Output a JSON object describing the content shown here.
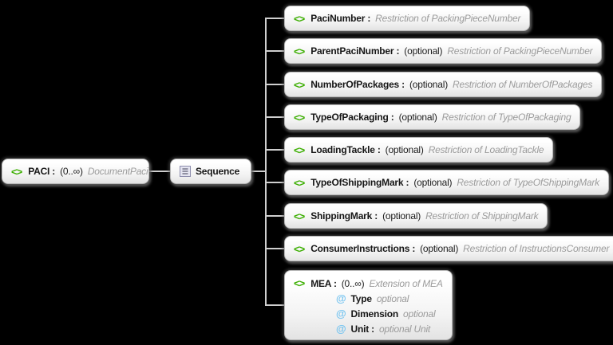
{
  "diagram": {
    "root": {
      "name": "PACI :",
      "cardinality": "(0..∞)",
      "annotation": "DocumentPaci"
    },
    "sequence": {
      "label": "Sequence"
    },
    "children": [
      {
        "name": "PaciNumber :",
        "cardinality": "",
        "annotation": "Restriction of PackingPieceNumber"
      },
      {
        "name": "ParentPaciNumber :",
        "cardinality": "(optional)",
        "annotation": "Restriction of PackingPieceNumber"
      },
      {
        "name": "NumberOfPackages :",
        "cardinality": "(optional)",
        "annotation": "Restriction of NumberOfPackages"
      },
      {
        "name": "TypeOfPackaging :",
        "cardinality": "(optional)",
        "annotation": "Restriction of TypeOfPackaging"
      },
      {
        "name": "LoadingTackle :",
        "cardinality": "(optional)",
        "annotation": "Restriction of LoadingTackle"
      },
      {
        "name": "TypeOfShippingMark :",
        "cardinality": "(optional)",
        "annotation": "Restriction of TypeOfShippingMark"
      },
      {
        "name": "ShippingMark :",
        "cardinality": "(optional)",
        "annotation": "Restriction of ShippingMark"
      },
      {
        "name": "ConsumerInstructions :",
        "cardinality": "(optional)",
        "annotation": "Restriction of InstructionsConsumer"
      },
      {
        "name": "MEA :",
        "cardinality": "(0..∞)",
        "annotation": "Extension of MEA",
        "attributes": [
          {
            "name": "Type",
            "annotation": "optional"
          },
          {
            "name": "Dimension",
            "annotation": "optional"
          },
          {
            "name": "Unit :",
            "annotation": "optional Unit"
          }
        ]
      }
    ],
    "icons": {
      "element": "<>",
      "attribute": "@"
    },
    "colors": {
      "background": "#000000",
      "element_icon_green": "#3BAE00",
      "attribute_icon_blue": "#76C4F0",
      "annotation_gray": "#9B9B9B",
      "connector_gray": "#CFCFCF"
    }
  }
}
